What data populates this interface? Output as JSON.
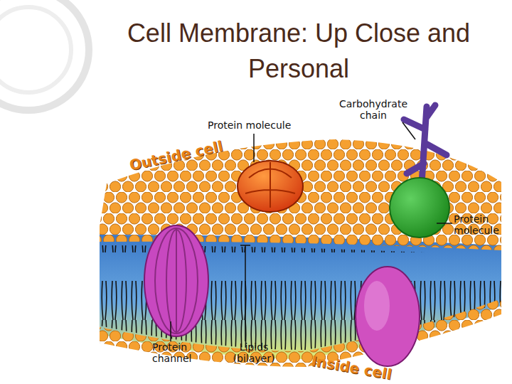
{
  "diagram": {
    "title": "Cell Membrane: Up Close and Personal",
    "labels": [
      "Outside cell",
      "Protein molecule",
      "Carbohydrate chain",
      "Protein molecule",
      "Protein channel",
      "Lipids (bilayer)",
      "Inside cell"
    ]
  }
}
